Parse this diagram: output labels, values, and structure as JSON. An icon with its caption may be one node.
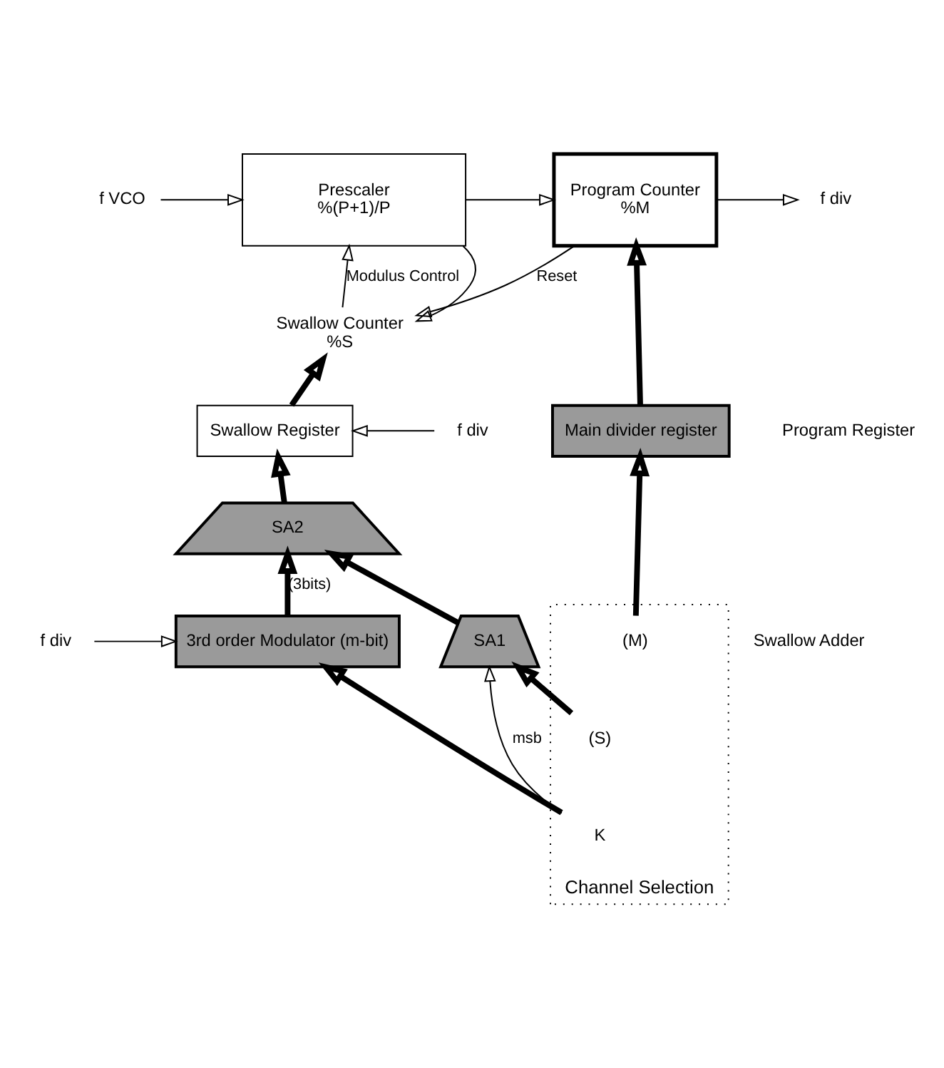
{
  "diagram": {
    "nodes": [
      {
        "text": [
          "Prescaler",
          "%(P+1)/P"
        ]
      },
      {
        "text": [
          "Program Counter",
          "%M"
        ]
      },
      {
        "text": [
          "Swallow Counter",
          "%S"
        ]
      },
      {
        "text": [
          "f VCO"
        ]
      },
      {
        "text": [
          "f div"
        ]
      },
      {
        "text": [
          "Swallow Register"
        ]
      },
      {
        "text": [
          "Main divider register"
        ]
      },
      {
        "text": [
          "SA2"
        ]
      },
      {
        "text": [
          "SA1"
        ]
      },
      {
        "text": [
          "3rd order Modulator (m-bit)"
        ]
      },
      {
        "text": [
          "Channel Selection"
        ]
      },
      {
        "text": [
          "K"
        ],
        "in": 10
      },
      {
        "text": [
          "(S)"
        ],
        "in": 10
      },
      {
        "text": [
          "(M)"
        ],
        "in": 10
      },
      {
        "text": [
          "f div"
        ]
      },
      {
        "text": [
          "f div"
        ]
      }
    ],
    "edges": [
      {
        "from": 3,
        "to": 0,
        "arrow": "to"
      },
      {
        "from": 0,
        "to": 1,
        "arrow": "to"
      },
      {
        "from": 0,
        "to": 2,
        "arrow": "to"
      },
      {
        "from": 1,
        "to": 4,
        "arrow": "to"
      },
      {
        "from": 1,
        "to": 2,
        "label": "Reset",
        "arrow": "to"
      },
      {
        "from": 2,
        "to": 0,
        "label": "Modulus Control",
        "arrow": "to"
      },
      {
        "from": 5,
        "to": 2,
        "arrow": "to",
        "style": "thick"
      },
      {
        "from": 6,
        "to": 1,
        "arrow": "to",
        "style": "thick"
      },
      {
        "from": 14,
        "to": 5,
        "arrow": "to"
      },
      {
        "from": 7,
        "to": 5,
        "arrow": "to",
        "style": "thick"
      },
      {
        "from": 9,
        "to": 7,
        "label": "(3bits)",
        "arrow": "to",
        "style": "thick"
      },
      {
        "from": 8,
        "to": 7,
        "arrow": "to",
        "style": "thick"
      },
      {
        "from": 15,
        "to": 9,
        "arrow": "to"
      },
      {
        "from": 11,
        "to": 9,
        "arrow": "to",
        "style": "thick"
      },
      {
        "from": 11,
        "to": 8,
        "label": "msb",
        "arrow": "to"
      },
      {
        "from": 12,
        "to": 8,
        "arrow": "to",
        "style": "thick"
      },
      {
        "from": 13,
        "to": 6,
        "arrow": "to",
        "style": "thick"
      }
    ],
    "labels": [
      "Program Register",
      "Swallow Adder"
    ]
  }
}
